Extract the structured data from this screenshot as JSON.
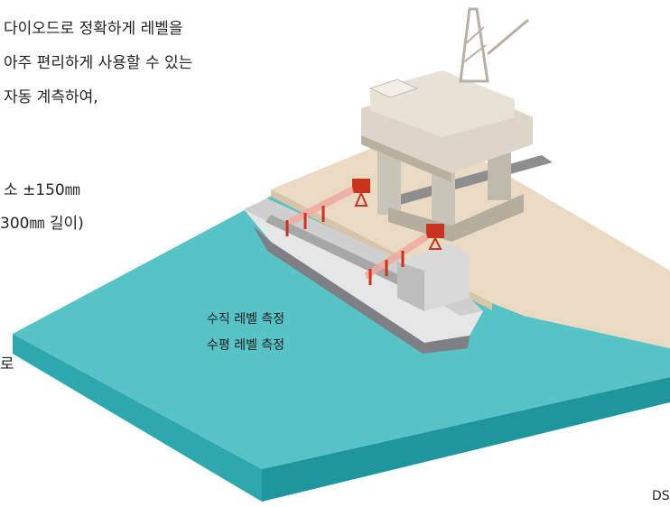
{
  "intro": {
    "line1": "다이오드로 정확하게 레벨을",
    "line2": "아주 편리하게 사용할 수 있는",
    "line3": "자동 계측하여,"
  },
  "spec": {
    "line1": "소 ±150㎜",
    "line2": "300㎜ 길이)"
  },
  "partial_left": "로",
  "labels": {
    "vertical": "수직 레벨 측정",
    "horizontal": "수평 레벨 측정"
  },
  "corner_text": "DS",
  "colors": {
    "sea_top": "#58c3c7",
    "sea_side": "#2ea7ae",
    "land": "#ead9c3",
    "laser_box": "#c8331e"
  }
}
